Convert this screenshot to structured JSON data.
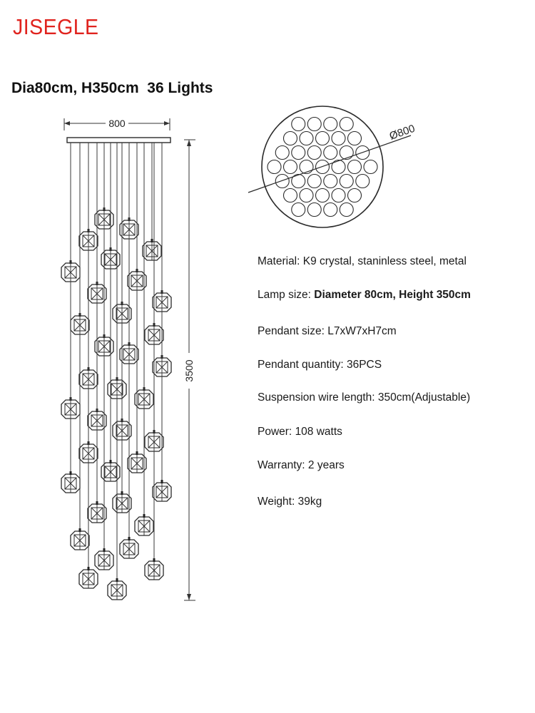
{
  "brand": {
    "name": "JISEGLE",
    "color": "#e0231e"
  },
  "headline": "Dia80cm, H350cm  36 Lights",
  "drawing": {
    "width_dim_label": "800",
    "height_dim_label": "3500",
    "diameter_label": "Ø800",
    "pendant_count": 36,
    "line_color": "#2a2a2a"
  },
  "specs": [
    {
      "label": "Material: ",
      "value": "K9 crystal, staninless steel, metal",
      "bold": false
    },
    {
      "label": "Lamp size: ",
      "value": "Diameter 80cm, Height 350cm",
      "bold": true
    },
    {
      "label": "Pendant size: ",
      "value": "L7xW7xH7cm",
      "bold": false
    },
    {
      "label": "Pendant quantity: ",
      "value": "36PCS",
      "bold": false
    },
    {
      "label": "Suspension wire length: ",
      "value": "350cm(Adjustable)",
      "bold": "partial"
    },
    {
      "label": "Power: ",
      "value": "108 watts",
      "bold": false
    },
    {
      "label": "Warranty: ",
      "value": "2 years",
      "bold": false
    },
    {
      "label": "Weight: ",
      "value": "39kg",
      "bold": false
    }
  ]
}
